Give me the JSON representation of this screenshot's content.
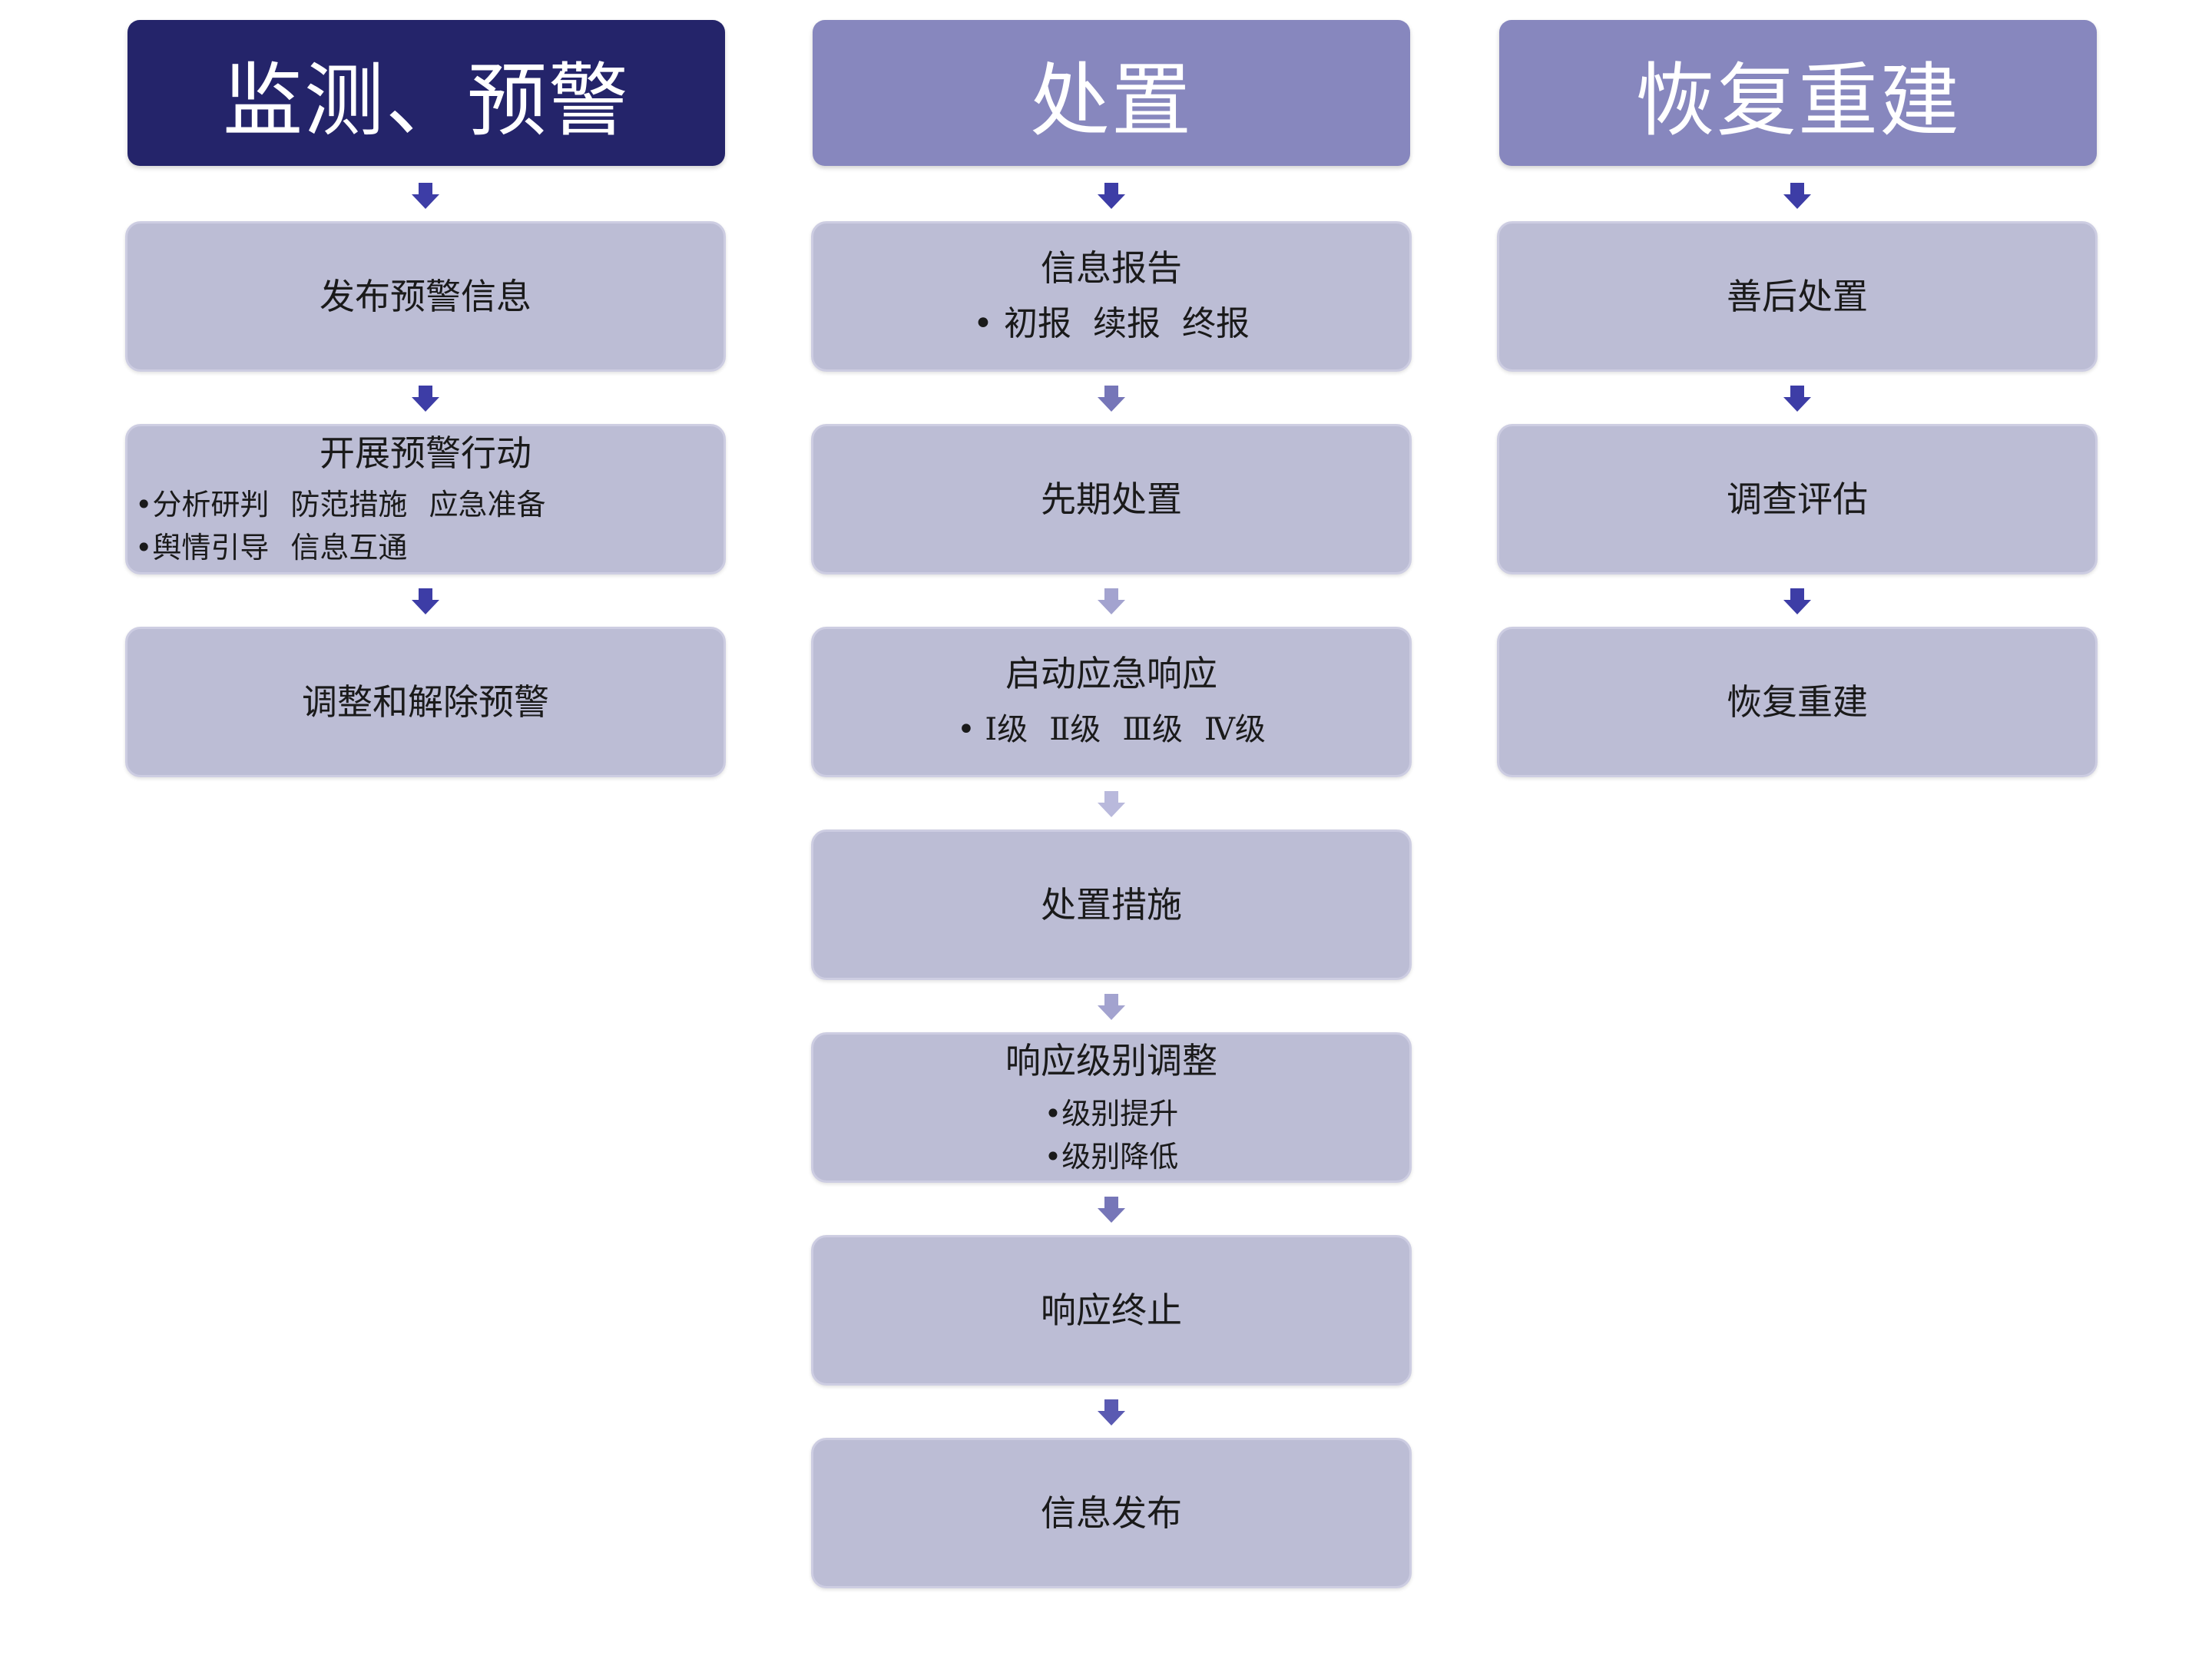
{
  "colors": {
    "header_dark": "#24246a",
    "header_light": "#8787be",
    "box_fill": "#bcbdd5",
    "arrow_dark": "#3d3da6",
    "arrow_medium": "#7676b8",
    "arrow_light": "#a3a3cf"
  },
  "columns": [
    {
      "header": "监测、预警",
      "steps": [
        {
          "title": "发布预警信息"
        },
        {
          "title": "开展预警行动",
          "sub": [
            "•分析研判",
            "防范措施",
            "应急准备"
          ],
          "sub2": [
            "•舆情引导",
            "信息互通"
          ]
        },
        {
          "title": "调整和解除预警"
        }
      ]
    },
    {
      "header": "处置",
      "steps": [
        {
          "title": "信息报告",
          "sub": [
            "• 初报",
            "续报",
            "终报"
          ]
        },
        {
          "title": "先期处置"
        },
        {
          "title": "启动应急响应",
          "sub": [
            "• Ⅰ级",
            "Ⅱ级",
            "Ⅲ级",
            "Ⅳ级"
          ]
        },
        {
          "title": "处置措施"
        },
        {
          "title": "响应级别调整",
          "sub": [
            "•级别提升"
          ],
          "sub2": [
            "•级别降低"
          ]
        },
        {
          "title": "响应终止"
        },
        {
          "title": "信息发布"
        }
      ]
    },
    {
      "header": "恢复重建",
      "steps": [
        {
          "title": "善后处置"
        },
        {
          "title": "调查评估"
        },
        {
          "title": "恢复重建"
        }
      ]
    }
  ]
}
